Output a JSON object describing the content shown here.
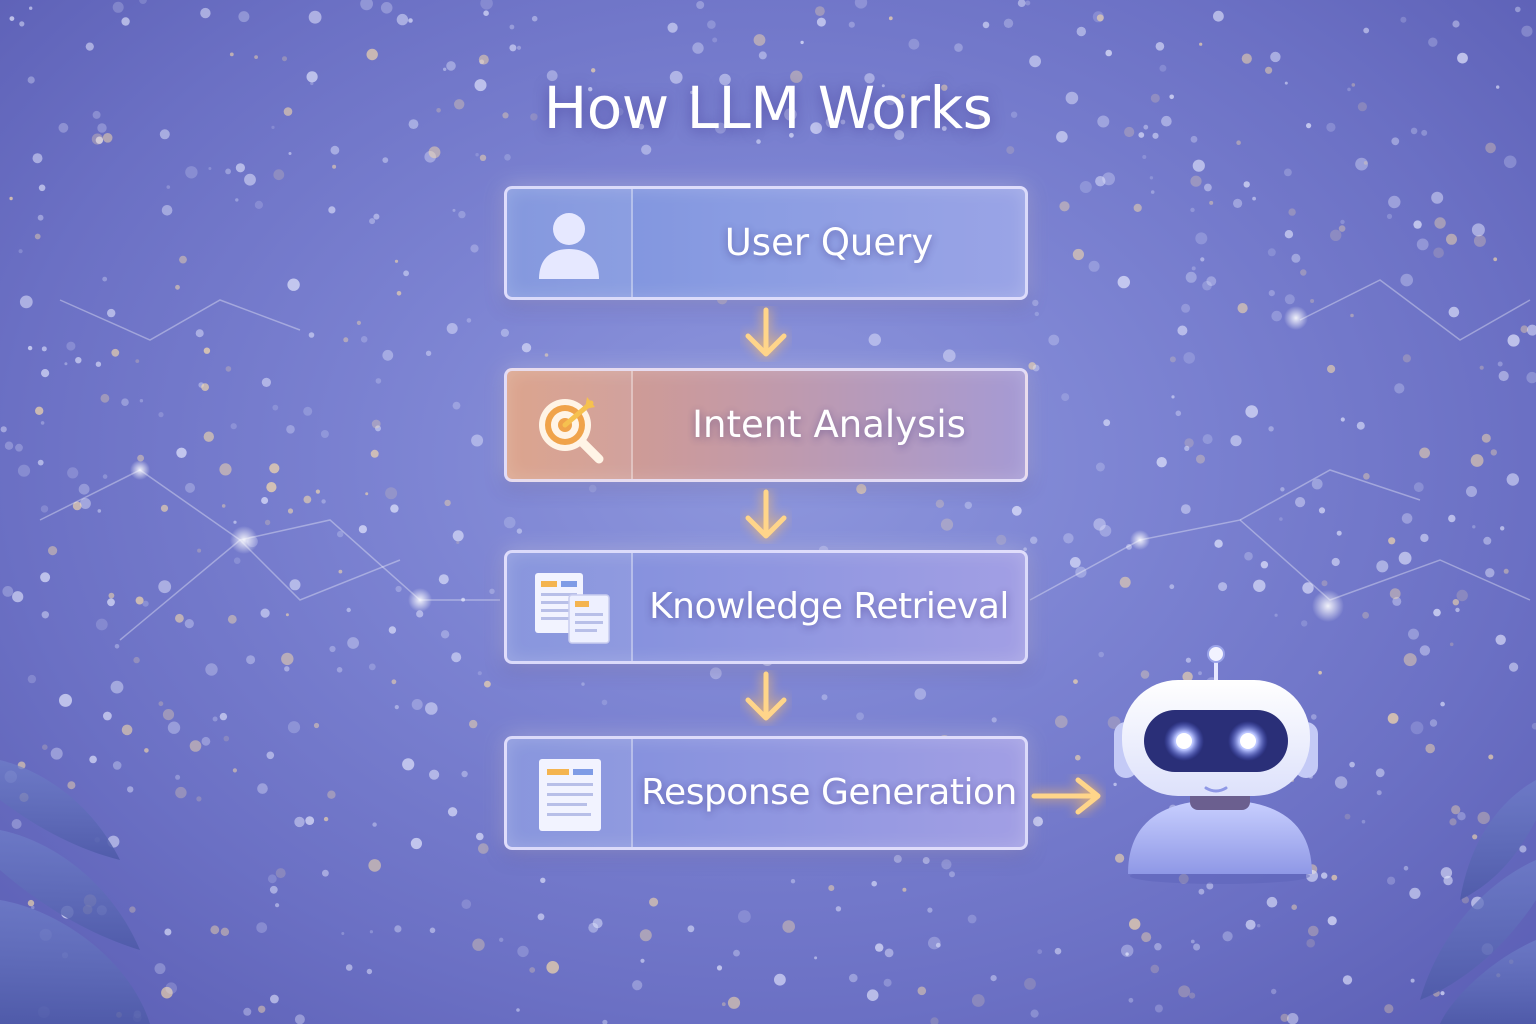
{
  "title": "How LLM Works",
  "steps": [
    {
      "label": "User Query",
      "icon": "user-icon"
    },
    {
      "label": "Intent Analysis",
      "icon": "target-search-icon"
    },
    {
      "label": "Knowledge Retrieval",
      "icon": "documents-icon"
    },
    {
      "label": "Response Generation",
      "icon": "document-icon"
    }
  ],
  "colors": {
    "background": "#7c83d2",
    "arrow": "#ffd58a",
    "accent": "#f3b54a",
    "text": "#ffffff"
  },
  "illustration": "robot-assistant-icon"
}
